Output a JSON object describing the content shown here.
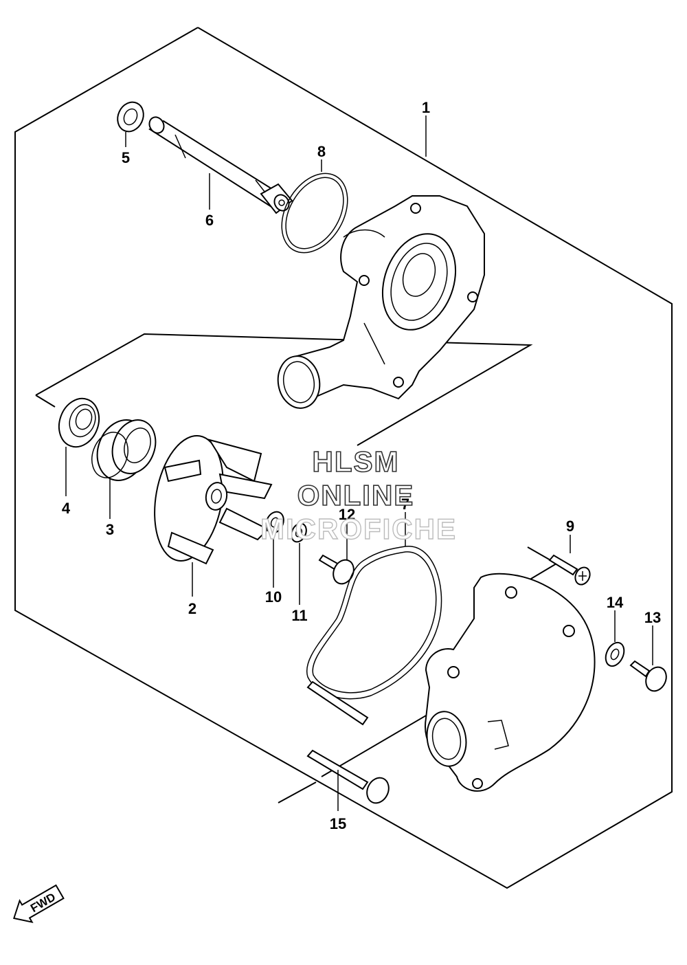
{
  "callouts": {
    "c1": "1",
    "c2": "2",
    "c3": "3",
    "c4": "4",
    "c5": "5",
    "c6": "6",
    "c7": "7",
    "c8": "8",
    "c9": "9",
    "c10": "10",
    "c11": "11",
    "c12": "12",
    "c13": "13",
    "c14": "14",
    "c15": "15"
  },
  "watermark": {
    "line1": "HLSM",
    "line2": "ONLINE",
    "line3": "MICROFICHE"
  },
  "fwd_label": "FWD"
}
